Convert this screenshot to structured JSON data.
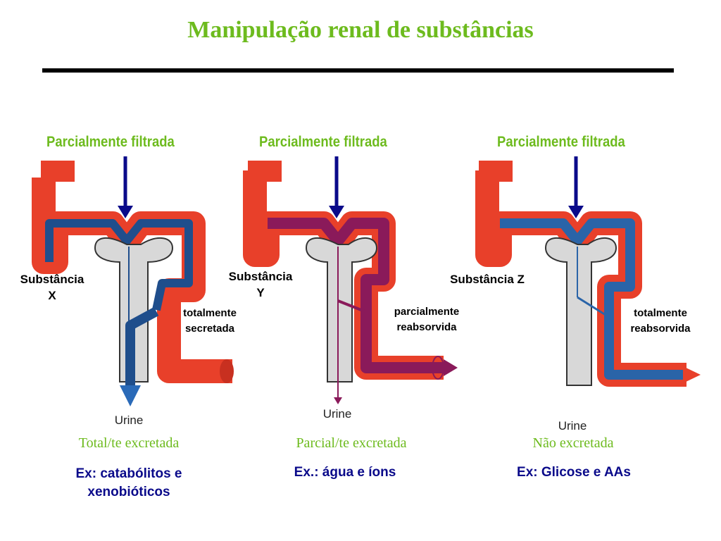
{
  "title": "Manipulação renal de substâncias",
  "panels": [
    {
      "filtered": "Parcialmente filtrada",
      "substance_line1": "Substância",
      "substance_line2": "X",
      "note_line1": "totalmente",
      "note_line2": "secretada",
      "urine": "Urine",
      "excretion": "Total/te excretada",
      "example_line1": "Ex: catabólitos e",
      "example_line2": "xenobióticos",
      "substance_color": "#1f4e8c"
    },
    {
      "filtered": "Parcialmente filtrada",
      "substance_line1": "Substância",
      "substance_line2": "Y",
      "note_line1": "parcialmente",
      "note_line2": "reabsorvida",
      "urine": "Urine",
      "excretion": "Parcial/te excretada",
      "example_line1": "Ex.: água e íons",
      "example_line2": "",
      "substance_color": "#8a1a5a"
    },
    {
      "filtered": "Parcialmente filtrada",
      "substance_line1": "Substância Z",
      "substance_line2": "",
      "note_line1": "totalmente",
      "note_line2": "reabsorvida",
      "urine": "Urine",
      "excretion": "Não  excretada",
      "example_line1": "Ex: Glicose e AAs",
      "example_line2": "",
      "substance_color": "#2a64a8"
    }
  ],
  "colors": {
    "title": "#6dbb1e",
    "vessel": "#e8402a",
    "arrow": "#0a0a8a",
    "tubule": "#d8d8d8"
  }
}
